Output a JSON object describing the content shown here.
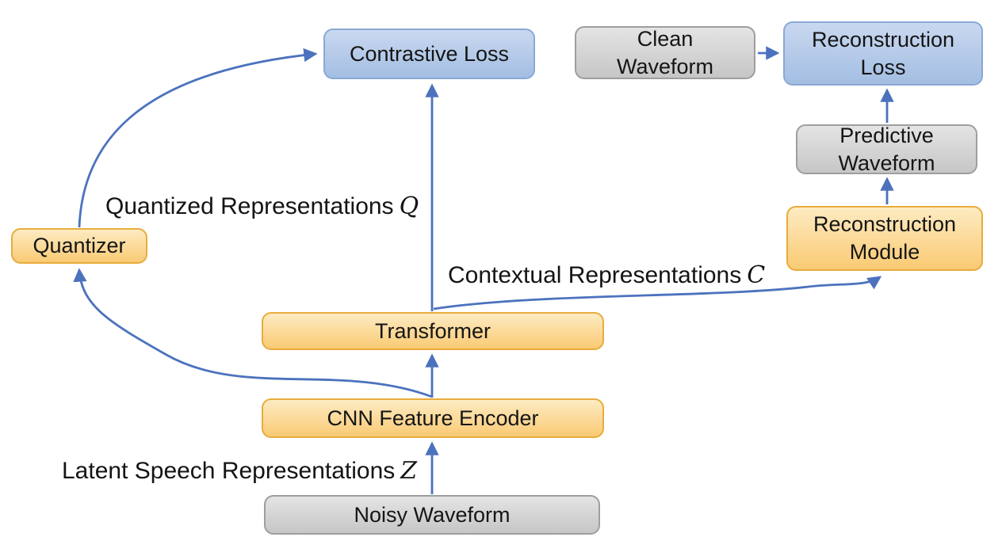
{
  "diagram": {
    "title_semantic": "Self-supervised speech representation learning with reconstruction",
    "nodes": {
      "contrastive_loss": {
        "label": "Contrastive Loss",
        "type": "loss"
      },
      "clean_waveform": {
        "line1": "Clean",
        "line2": "Waveform",
        "type": "data"
      },
      "reconstruction_loss": {
        "line1": "Reconstruction",
        "line2": "Loss",
        "type": "loss"
      },
      "predictive_waveform": {
        "line1": "Predictive",
        "line2": "Waveform",
        "type": "data"
      },
      "reconstruction_module": {
        "line1": "Reconstruction",
        "line2": "Module",
        "type": "module"
      },
      "quantizer": {
        "label": "Quantizer",
        "type": "module"
      },
      "transformer": {
        "label": "Transformer",
        "type": "module"
      },
      "cnn_feature_encoder": {
        "label": "CNN Feature Encoder",
        "type": "module"
      },
      "noisy_waveform": {
        "label": "Noisy Waveform",
        "type": "data"
      }
    },
    "annotations": {
      "quantized": {
        "text": "Quantized Representations",
        "symbol": "Q"
      },
      "contextual": {
        "text": "Contextual Representations",
        "symbol": "C"
      },
      "latent": {
        "text": "Latent Speech Representations",
        "symbol": "Z"
      }
    },
    "edges": [
      {
        "from": "quantizer",
        "to": "contrastive_loss",
        "label": "Quantized Representations Q"
      },
      {
        "from": "transformer",
        "to": "contrastive_loss",
        "label": ""
      },
      {
        "from": "cnn_feature_encoder",
        "to": "transformer",
        "label": ""
      },
      {
        "from": "cnn_feature_encoder",
        "to": "quantizer",
        "label": ""
      },
      {
        "from": "noisy_waveform",
        "to": "cnn_feature_encoder",
        "label": "Latent Speech Representations Z"
      },
      {
        "from": "transformer",
        "to": "reconstruction_module",
        "label": "Contextual Representations C"
      },
      {
        "from": "clean_waveform",
        "to": "reconstruction_loss",
        "label": ""
      },
      {
        "from": "predictive_waveform",
        "to": "reconstruction_loss",
        "label": ""
      },
      {
        "from": "reconstruction_module",
        "to": "predictive_waveform",
        "label": ""
      }
    ],
    "colors": {
      "arrow": "#4C72BE",
      "module_fill_top": "#FDEBC2",
      "module_fill_bottom": "#FACA74",
      "module_border": "#E8AC3C",
      "loss_fill_top": "#C9D8F0",
      "loss_fill_bottom": "#A3BEE2",
      "loss_border": "#8AA8D5",
      "data_fill_top": "#E4E4E4",
      "data_fill_bottom": "#C6C6C6",
      "data_border": "#9E9E9E",
      "text": "#151515"
    }
  }
}
